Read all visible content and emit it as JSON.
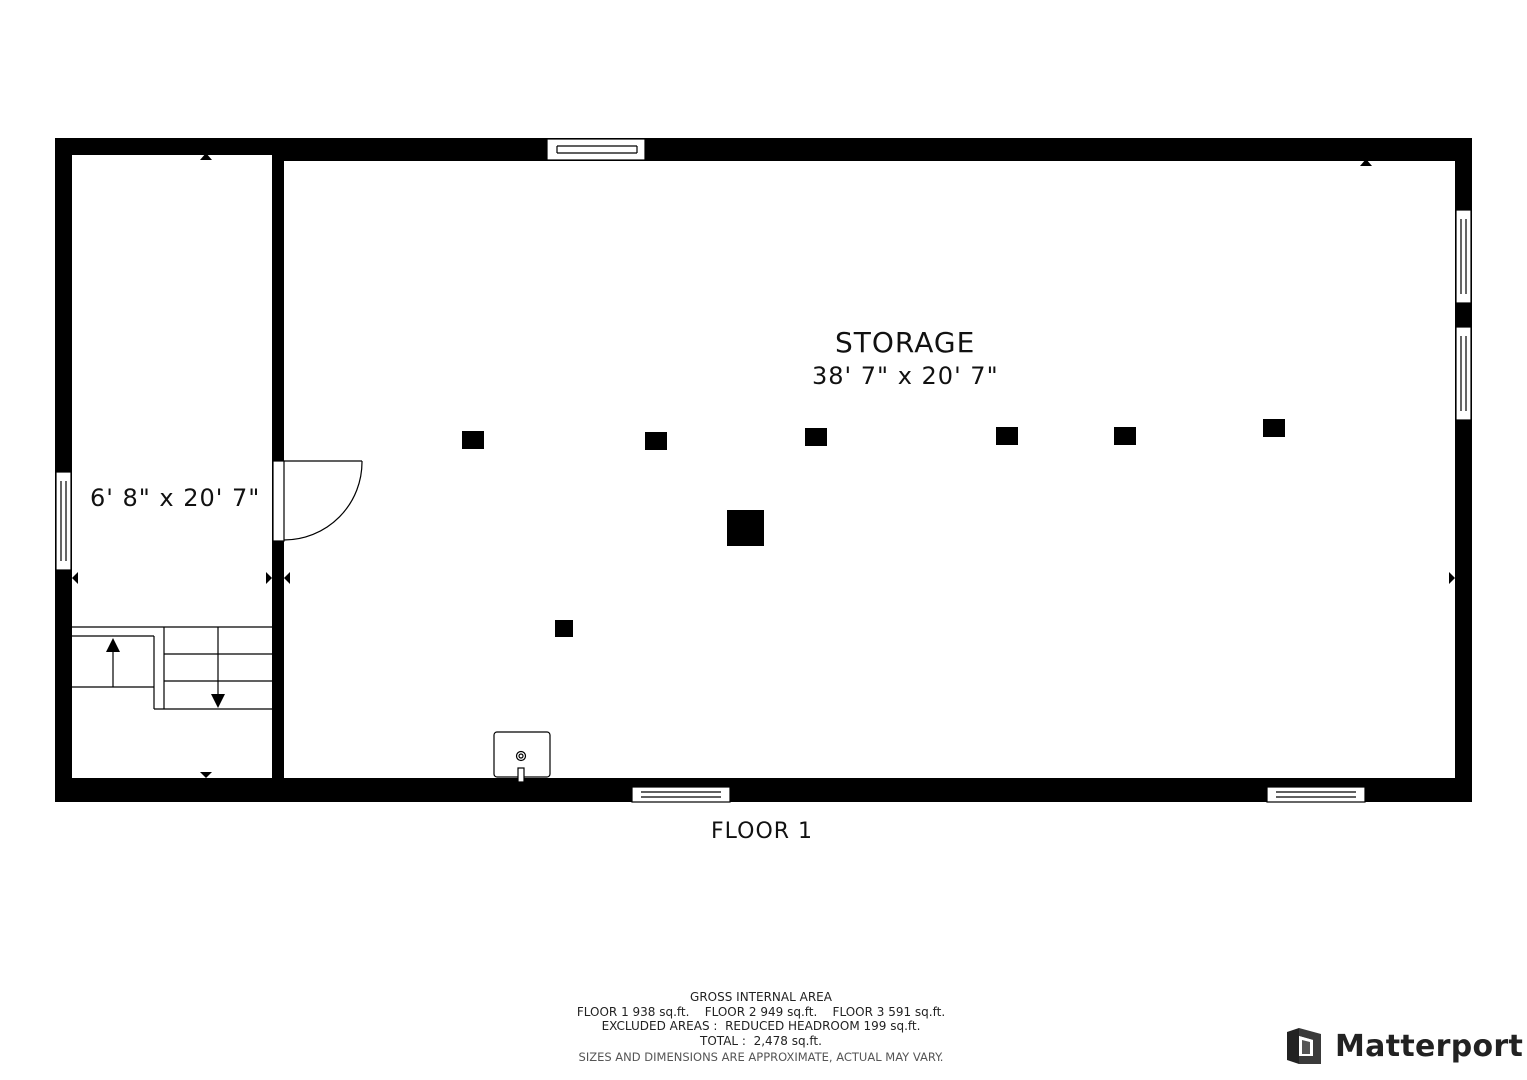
{
  "rooms": {
    "storage": {
      "name": "STORAGE",
      "dimensions": "38' 7\" x 20' 7\""
    },
    "side_room": {
      "dimensions": "6' 8\" x 20' 7\""
    }
  },
  "floor_label": "FLOOR 1",
  "area_summary": {
    "heading": "GROSS INTERNAL AREA",
    "floors_line": "FLOOR 1 938 sq.ft.    FLOOR 2 949 sq.ft.    FLOOR 3 591 sq.ft.",
    "excluded_line": "EXCLUDED AREAS :  REDUCED HEADROOM 199 sq.ft.",
    "total_line": "TOTAL :  2,478 sq.ft.",
    "disclaimer": "SIZES AND DIMENSIONS ARE APPROXIMATE, ACTUAL MAY VARY."
  },
  "brand": {
    "name": "Matterport",
    "icon": "matterport-logo-icon"
  },
  "colors": {
    "wall": "#000000",
    "background": "#ffffff",
    "brand_text": "#222222"
  }
}
